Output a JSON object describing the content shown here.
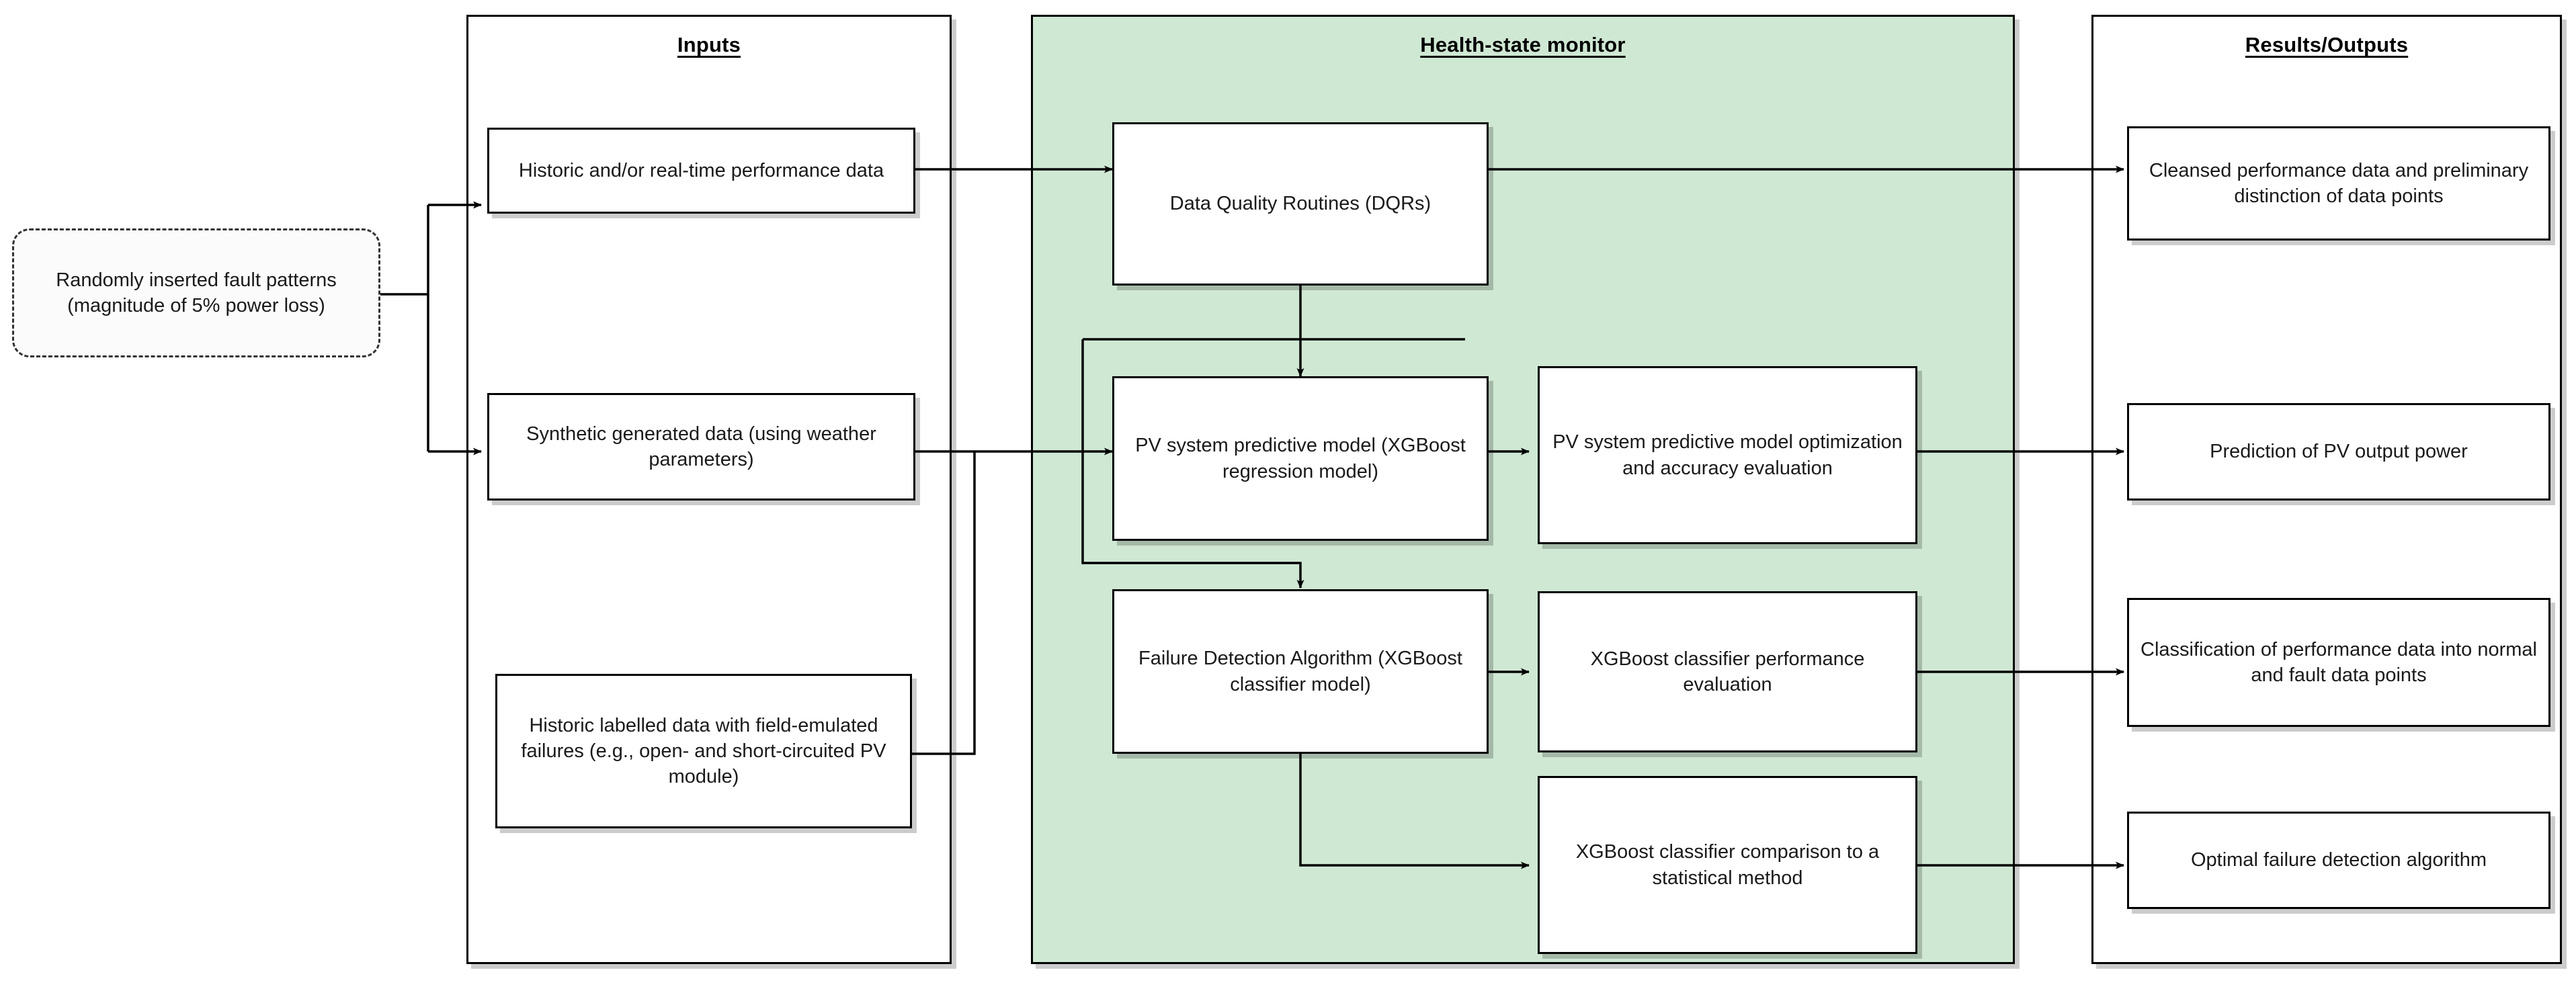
{
  "diagram": {
    "title_inputs": "Inputs",
    "title_monitor": "Health-state monitor",
    "title_results": "Results/Outputs",
    "accent_green": "#cfe8d3",
    "line_color": "#000000"
  },
  "external": {
    "fault_patterns": "Randomly inserted fault patterns (magnitude of 5% power loss)"
  },
  "inputs": {
    "items": [
      {
        "label": "Historic and/or real-time performance data"
      },
      {
        "label": "Synthetic generated data (using weather parameters)"
      },
      {
        "label": "Historic labelled data with field-emulated failures (e.g., open- and short-circuited PV module)"
      }
    ]
  },
  "monitor": {
    "items": [
      {
        "label": "Data Quality Routines (DQRs)"
      },
      {
        "label": "PV system predictive model (XGBoost regression model)"
      },
      {
        "label": "PV system predictive model optimization and accuracy evaluation"
      },
      {
        "label": "Failure Detection Algorithm (XGBoost classifier model)"
      },
      {
        "label": "XGBoost classifier performance evaluation"
      },
      {
        "label": "XGBoost classifier comparison to a statistical method"
      }
    ]
  },
  "results": {
    "items": [
      {
        "label": "Cleansed performance data and preliminary distinction of data points"
      },
      {
        "label": "Prediction of PV output power"
      },
      {
        "label": "Classification of performance data into normal and fault data points"
      },
      {
        "label": "Optimal failure detection algorithm"
      }
    ]
  }
}
